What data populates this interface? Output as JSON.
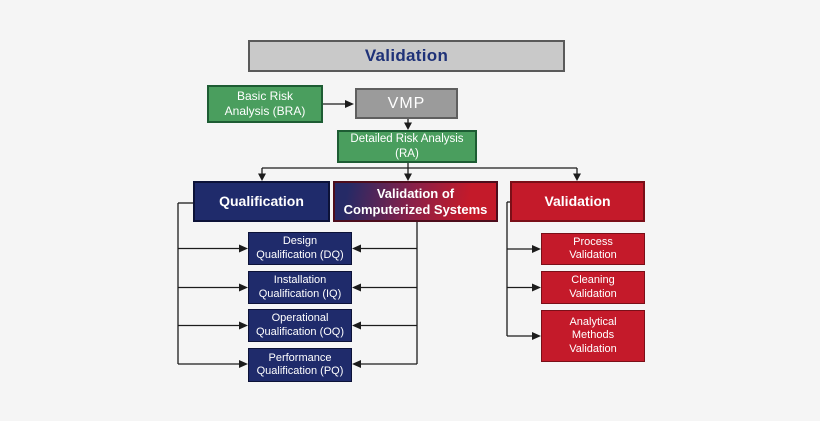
{
  "diagram": {
    "nodes": {
      "validation_master": {
        "label": "Validation"
      },
      "basic_risk": {
        "label": "Basic Risk\nAnalysis (BRA)"
      },
      "vmp": {
        "label": "VMP"
      },
      "detailed_risk": {
        "label": "Detailed Risk Analysis\n(RA)"
      },
      "qualification": {
        "label": "Qualification"
      },
      "computerized_systems": {
        "label": "Validation of\nComputerized Systems"
      },
      "validation_branch": {
        "label": "Validation"
      },
      "qualification_steps": [
        {
          "label": "Design\nQualification (DQ)"
        },
        {
          "label": "Installation\nQualification (IQ)"
        },
        {
          "label": "Operational\nQualification (OQ)"
        },
        {
          "label": "Performance\nQualification (PQ)"
        }
      ],
      "validation_types": [
        {
          "label": "Process\nValidation"
        },
        {
          "label": "Cleaning\nValidation"
        },
        {
          "label": "Analytical\nMethods\nValidation"
        }
      ]
    },
    "colors": {
      "background": "#f5f5f5",
      "master_box_fill": "#c9c9c9",
      "master_box_text": "#1f3278",
      "green_fill": "#4a9e5e",
      "gray_fill": "#9b9b9b",
      "navy_fill": "#1f2b6b",
      "red_fill": "#c41a2a",
      "gradient_left": "#252a66",
      "gradient_right": "#c41a2a",
      "connector": "#1c1c1c"
    }
  }
}
